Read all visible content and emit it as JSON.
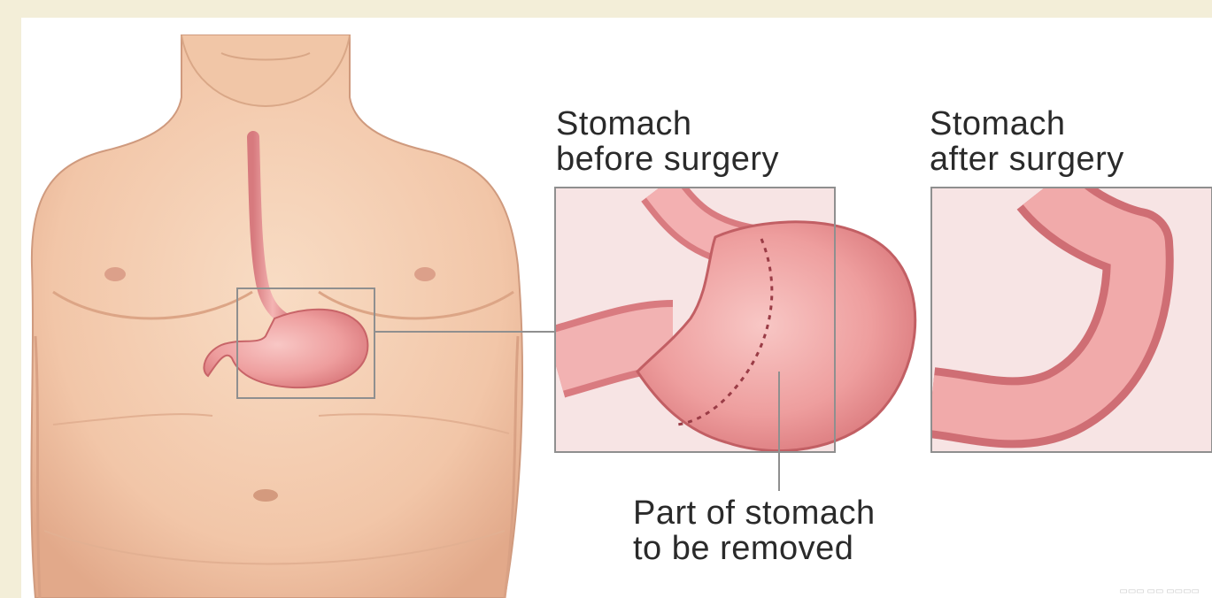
{
  "labels": {
    "before_line1": "Stomach",
    "before_line2": "before surgery",
    "after_line1": "Stomach",
    "after_line2": "after surgery",
    "removed_line1": "Part of stomach",
    "removed_line2": "to be removed"
  },
  "colors": {
    "skin": "#f4cdb1",
    "skin_shadow": "#e6ab8c",
    "stomach": "#f0a3a3",
    "stomach_dark": "#d9757a",
    "panel_bg": "#f7e3e3",
    "frame": "#8f8f8f",
    "background_strip": "#f3eed8"
  }
}
